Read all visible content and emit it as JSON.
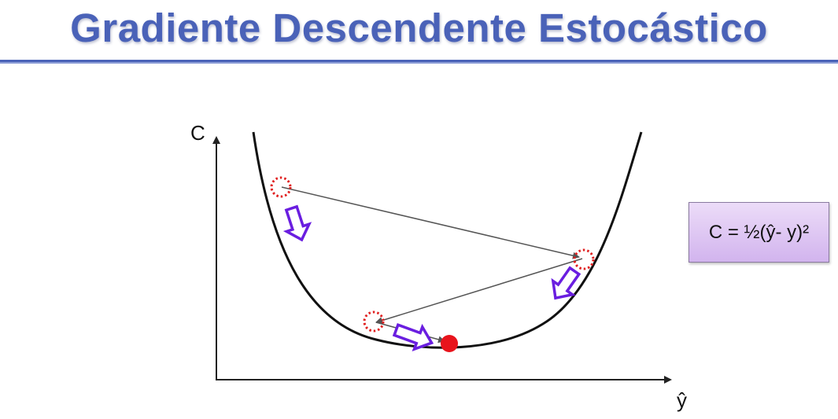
{
  "slide": {
    "title": "Gradiente Descendente Estocástico",
    "title_color": "#4a62b8"
  },
  "axes": {
    "y_label": "C",
    "x_label": "ŷ"
  },
  "formula": {
    "text": "C = ½(ŷ- y)²"
  },
  "colors": {
    "curve": "#111111",
    "step_line": "#555555",
    "sample_point_outline": "#e02020",
    "minimum_point": "#e8141c",
    "gradient_arrow_outline": "#6a1ee0",
    "formula_box": "#dcc4f2"
  },
  "icons": {
    "sample_point": "dotted-circle-icon",
    "minimum_point": "filled-circle-icon",
    "gradient_direction": "hollow-arrow-icon"
  }
}
